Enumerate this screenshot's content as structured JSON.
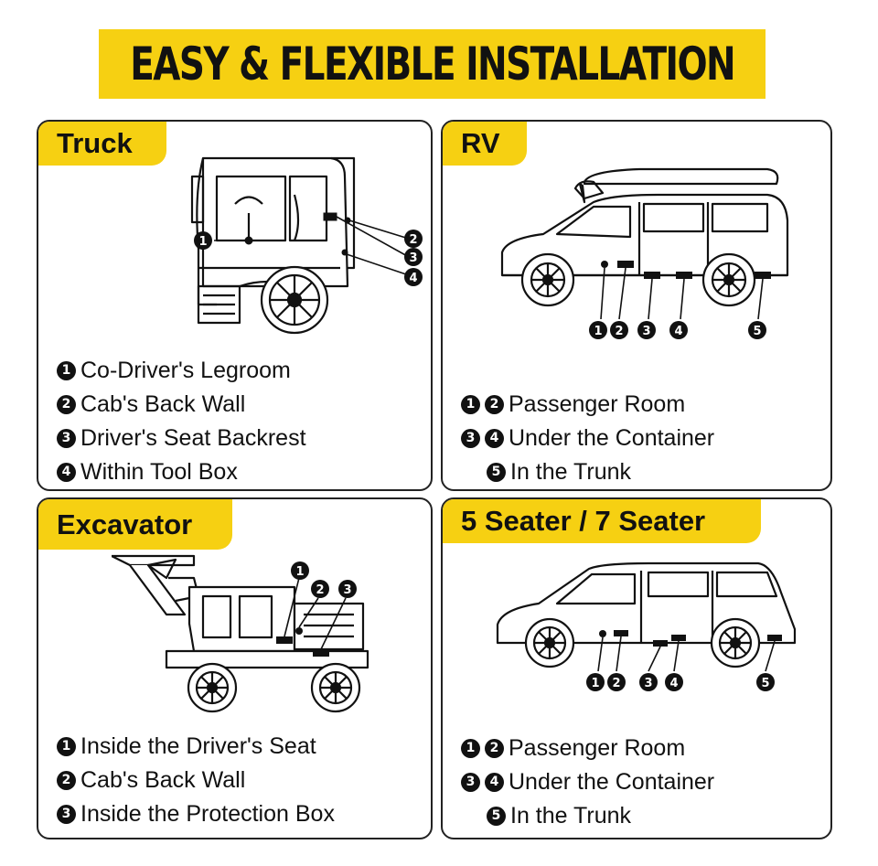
{
  "title": "EASY & FLEXIBLE INSTALLATION",
  "panels": {
    "truck": {
      "label": "Truck",
      "legend": [
        {
          "nums": [
            "1"
          ],
          "text": "Co-Driver's Legroom"
        },
        {
          "nums": [
            "2"
          ],
          "text": "Cab's Back Wall"
        },
        {
          "nums": [
            "3"
          ],
          "text": "Driver's Seat Backrest"
        },
        {
          "nums": [
            "4"
          ],
          "text": "Within Tool Box"
        }
      ]
    },
    "rv": {
      "label": "RV",
      "legend": [
        {
          "nums": [
            "1",
            "2"
          ],
          "text": "Passenger Room"
        },
        {
          "nums": [
            "3",
            "4"
          ],
          "text": "Under the Container"
        },
        {
          "nums": [
            "5"
          ],
          "text": "In the Trunk"
        }
      ]
    },
    "excavator": {
      "label": "Excavator",
      "legend": [
        {
          "nums": [
            "1"
          ],
          "text": "Inside the Driver's Seat"
        },
        {
          "nums": [
            "2"
          ],
          "text": "Cab's Back Wall"
        },
        {
          "nums": [
            "3"
          ],
          "text": "Inside the Protection Box"
        }
      ]
    },
    "seater": {
      "label": "5 Seater / 7 Seater",
      "legend": [
        {
          "nums": [
            "1",
            "2"
          ],
          "text": "Passenger Room"
        },
        {
          "nums": [
            "3",
            "4"
          ],
          "text": "Under the Container"
        },
        {
          "nums": [
            "5"
          ],
          "text": "In the Trunk"
        }
      ]
    }
  },
  "colors": {
    "accent": "#f6d012",
    "ink": "#111111"
  }
}
